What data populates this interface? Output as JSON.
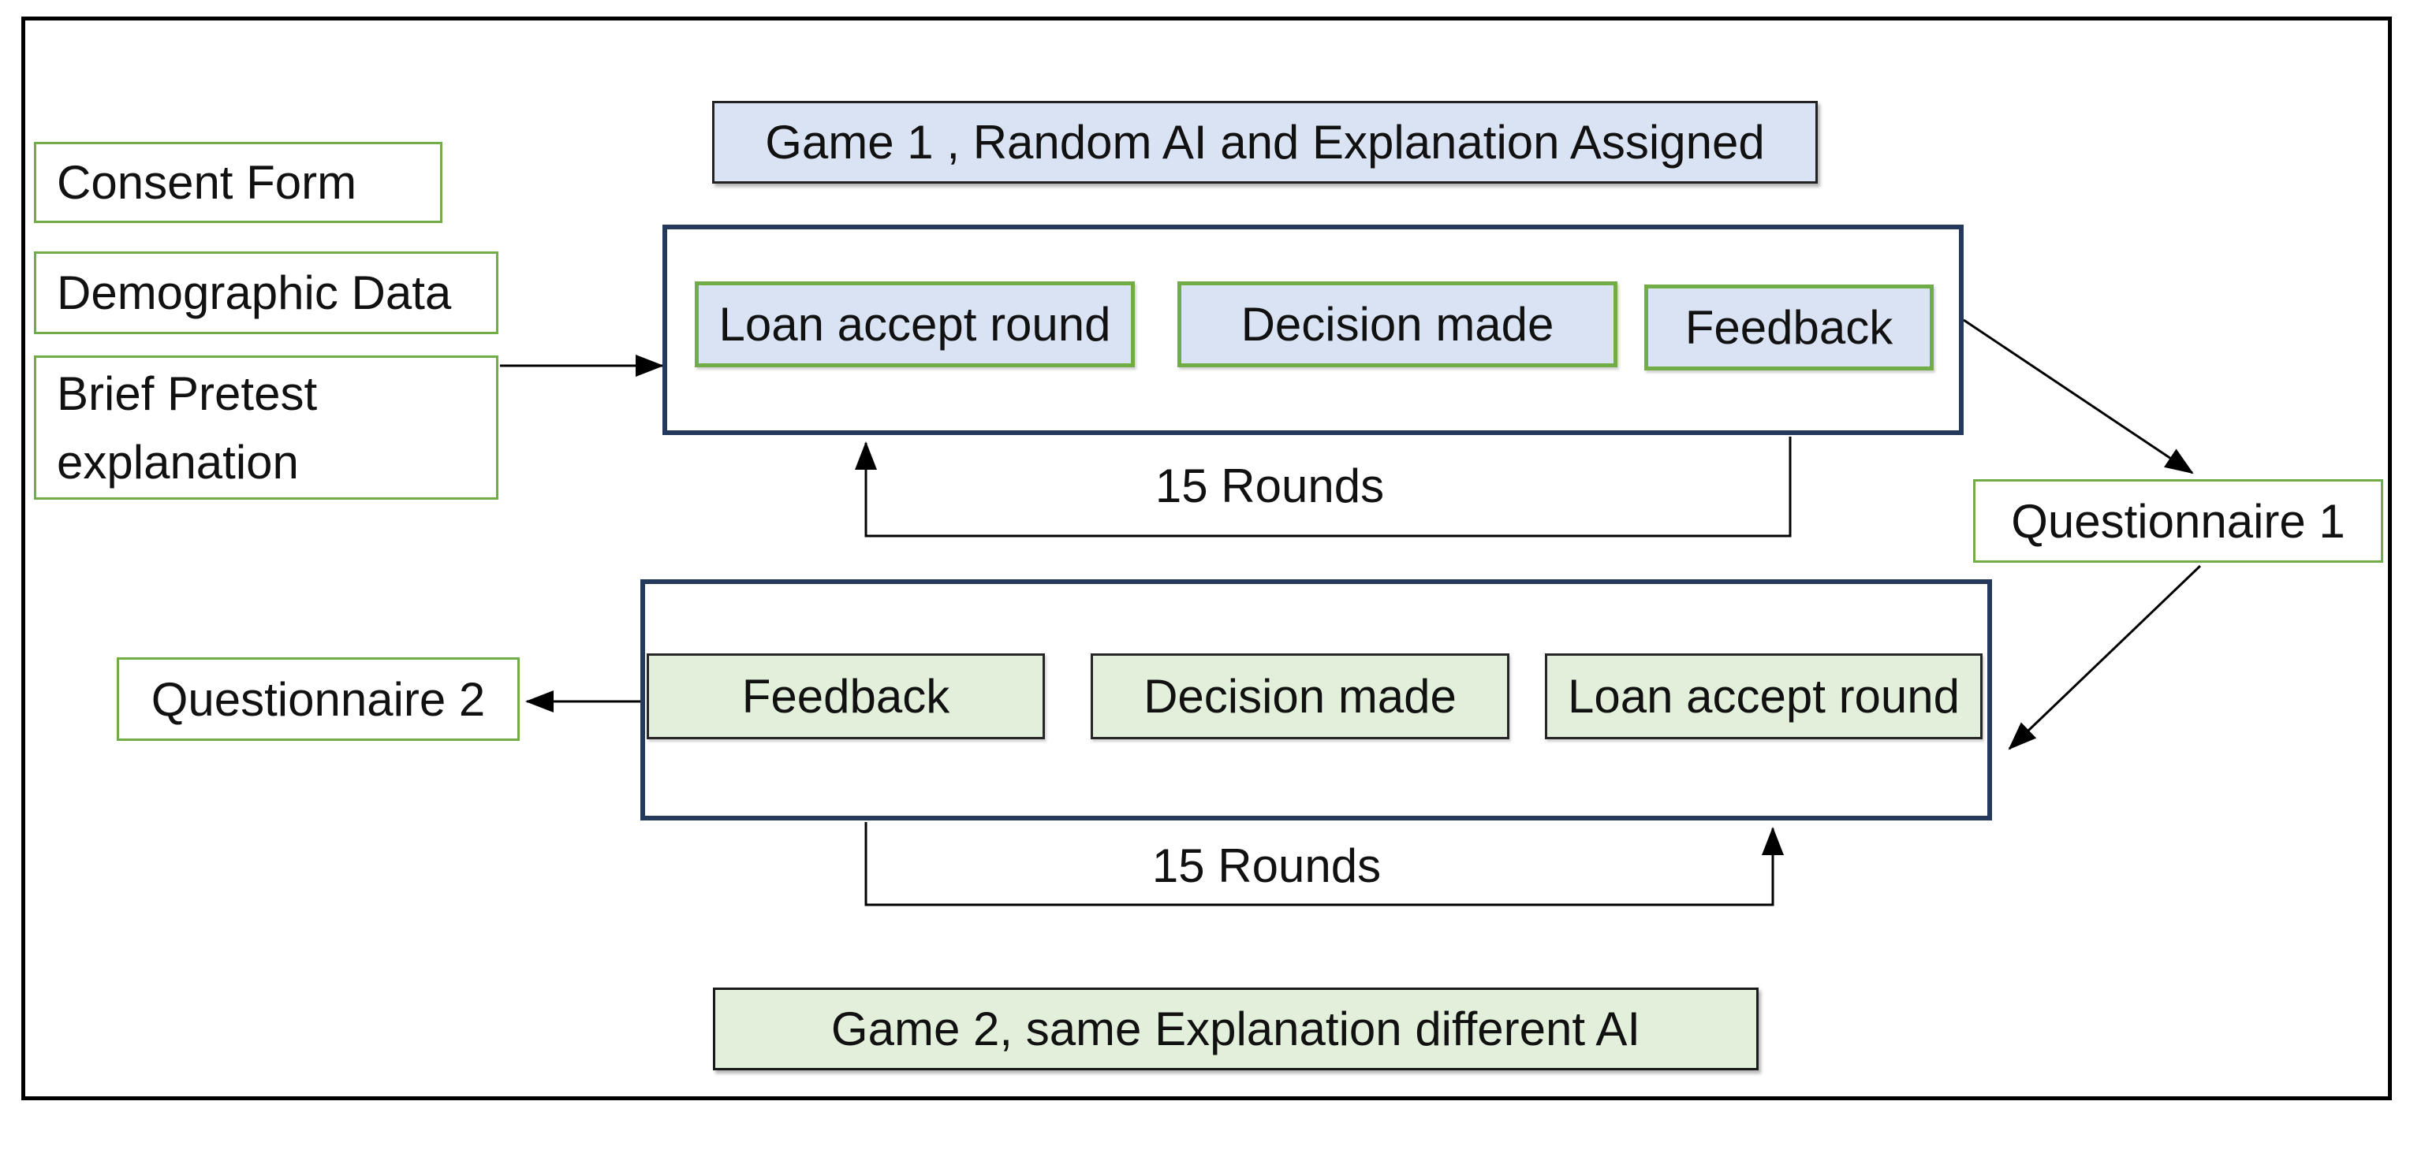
{
  "colors": {
    "light_blue": "#dae3f3",
    "light_green": "#e2efda",
    "green_border": "#70ad47",
    "navy_border": "#24395b",
    "dark_border": "#262626",
    "arrow": "#000000"
  },
  "pretest": {
    "consent": "Consent Form",
    "demographic": "Demographic Data",
    "brief_pretest": "Brief Pretest explanation"
  },
  "game1": {
    "title": "Game 1 , Random AI and Explanation Assigned",
    "steps": [
      "Loan accept round",
      "Decision made",
      "Feedback"
    ],
    "rounds": "15 Rounds"
  },
  "questionnaire1": "Questionnaire 1",
  "game2": {
    "title": "Game 2, same Explanation different AI",
    "steps": [
      "Feedback",
      "Decision made",
      "Loan accept round"
    ],
    "rounds": "15 Rounds"
  },
  "questionnaire2": "Questionnaire 2"
}
